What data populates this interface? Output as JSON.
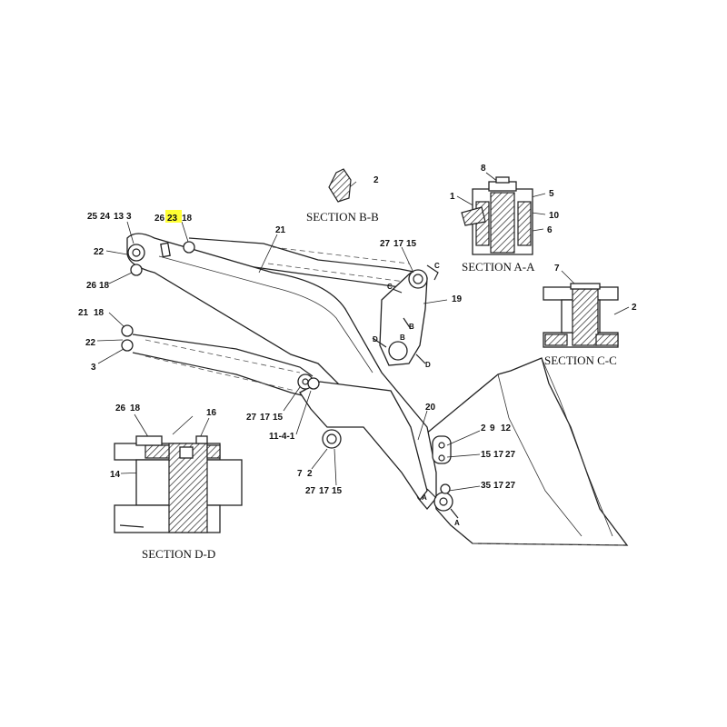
{
  "highlight_color": "#ffff33",
  "sections": {
    "bb": "SECTION B-B",
    "aa": "SECTION A-A",
    "cc": "SECTION C-C",
    "dd": "SECTION D-D"
  },
  "callouts": {
    "bb_2": "2",
    "aa_8": "8",
    "aa_1": "1",
    "aa_5": "5",
    "aa_10": "10",
    "aa_6": "6",
    "cc_7": "7",
    "cc_2": "2",
    "dd_26": "26",
    "dd_18": "18",
    "dd_16": "16",
    "dd_14": "14",
    "tl_25": "25",
    "tl_24": "24",
    "tl_13": "13",
    "tl_3": "3",
    "tl_26": "26",
    "tl_23": "23",
    "tl_18": "18",
    "tl_22": "22",
    "tl_26b": "26",
    "tl_18b": "18",
    "ml_21": "21",
    "ml_18": "18",
    "ml_22": "22",
    "ml_3": "3",
    "arm_21": "21",
    "pin_27": "27",
    "pin_17": "17",
    "pin_15": "15",
    "lever_19": "19",
    "low_27": "27",
    "low_17": "17",
    "low_15": "15",
    "low_11": "11-4-1",
    "low_7": "7",
    "low_2": "2",
    "low_27b": "27",
    "low_17b": "17",
    "low_15b": "15",
    "bk_20": "20",
    "bk_2": "2",
    "bk_9": "9",
    "bk_12": "12",
    "bk_15": "15",
    "bk_17": "17",
    "bk_27": "27",
    "bk_35": "35",
    "bk_17b": "17",
    "bk_27b": "27"
  },
  "cut_marks": {
    "c1": "C",
    "c2": "C",
    "b1": "B",
    "b2": "B",
    "d1": "D",
    "d2": "D",
    "a1": "A",
    "a2": "A"
  }
}
